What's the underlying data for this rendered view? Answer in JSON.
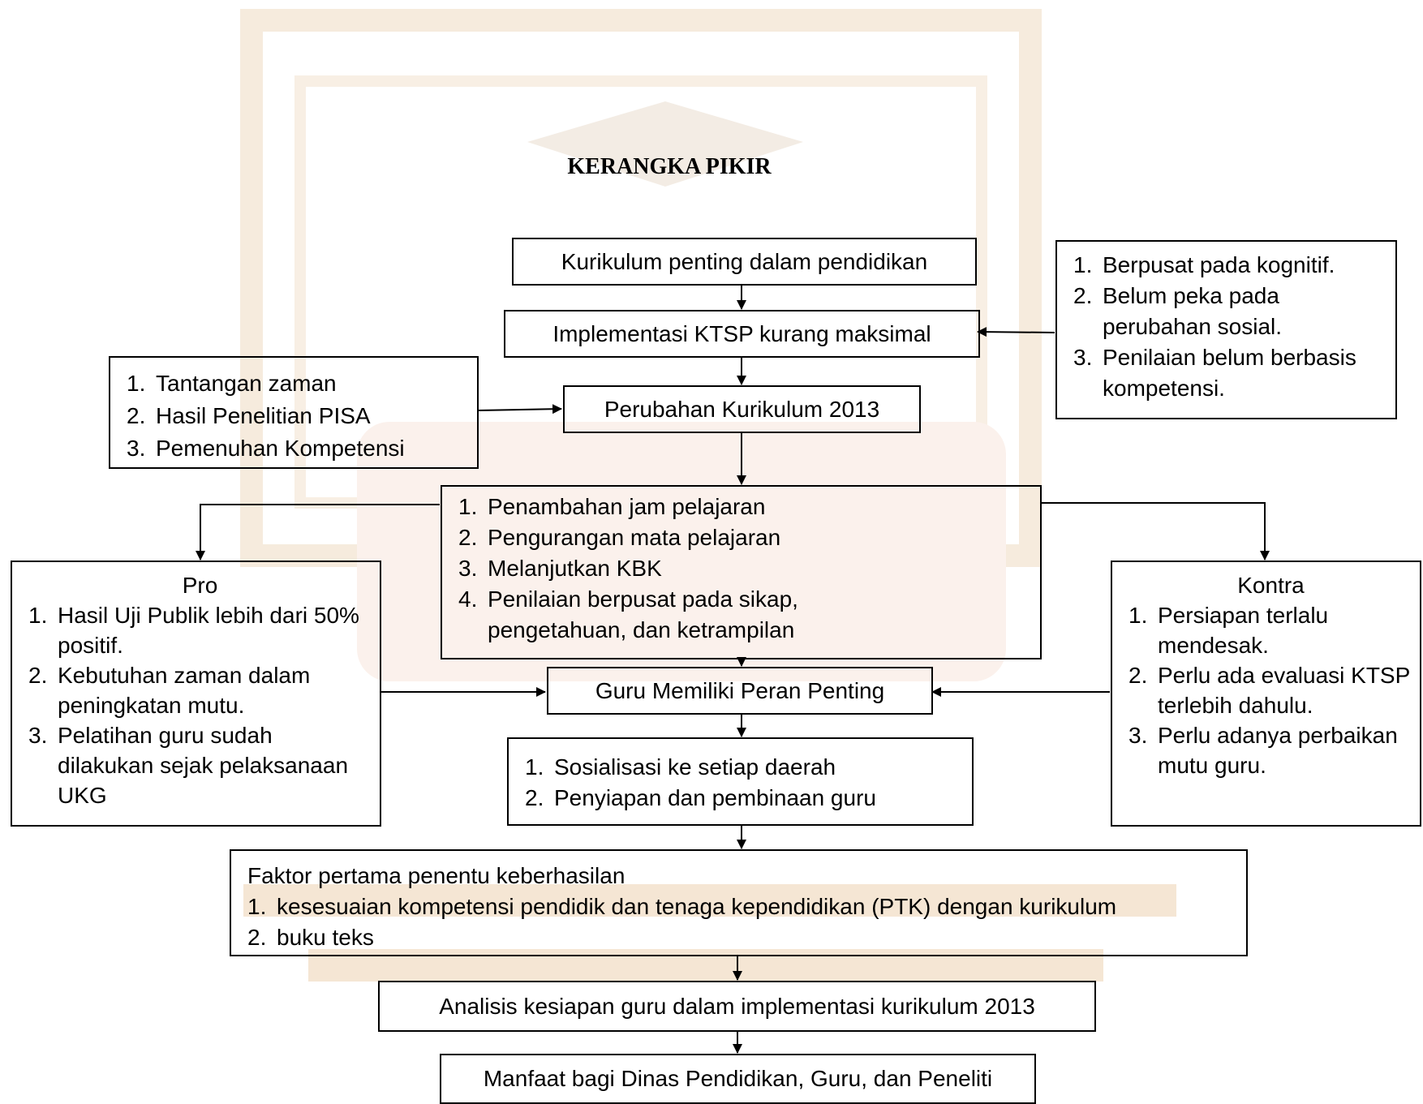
{
  "title": "KERANGKA PIKIR",
  "colors": {
    "stroke": "#000000",
    "watermark": "#f3e3cf"
  },
  "nodes": {
    "kurikulum": "Kurikulum penting dalam pendidikan",
    "implementasi": "Implementasi KTSP kurang maksimal",
    "perubahan": "Perubahan Kurikulum 2013",
    "ktsp_issues": [
      {
        "n": "1.",
        "t": "Berpusat pada kognitif."
      },
      {
        "n": "2.",
        "t": "Belum peka pada perubahan sosial."
      },
      {
        "n": "3.",
        "t": "Penilaian belum berbasis kompetensi."
      }
    ],
    "reasons": [
      {
        "n": "1.",
        "t": "Tantangan zaman"
      },
      {
        "n": "2.",
        "t": "Hasil Penelitian PISA"
      },
      {
        "n": "3.",
        "t": "Pemenuhan Kompetensi"
      }
    ],
    "changes": [
      {
        "n": "1.",
        "t": "Penambahan jam pelajaran"
      },
      {
        "n": "2.",
        "t": "Pengurangan mata pelajaran"
      },
      {
        "n": "3.",
        "t": "Melanjutkan KBK"
      },
      {
        "n": "4.",
        "t": "Penilaian berpusat pada sikap, pengetahuan, dan ketrampilan"
      }
    ],
    "pro": {
      "heading": "Pro",
      "items": [
        {
          "n": "1.",
          "t": "Hasil Uji Publik lebih dari 50% positif."
        },
        {
          "n": "2.",
          "t": "Kebutuhan zaman dalam peningkatan mutu."
        },
        {
          "n": "3.",
          "t": "Pelatihan guru sudah dilakukan sejak pelaksanaan UKG"
        }
      ]
    },
    "kontra": {
      "heading": "Kontra",
      "items": [
        {
          "n": "1.",
          "t": "Persiapan terlalu mendesak."
        },
        {
          "n": "2.",
          "t": "Perlu ada evaluasi KTSP terlebih dahulu."
        },
        {
          "n": "3.",
          "t": "Perlu adanya perbaikan mutu guru."
        }
      ]
    },
    "guru": "Guru Memiliki Peran Penting",
    "sosialisasi": [
      {
        "n": "1.",
        "t": "Sosialisasi ke setiap daerah"
      },
      {
        "n": "2.",
        "t": "Penyiapan dan pembinaan guru"
      }
    ],
    "faktor": {
      "heading": "Faktor pertama penentu keberhasilan",
      "items": [
        {
          "n": "1.",
          "t": "kesesuaian kompetensi pendidik dan tenaga kependidikan (PTK) dengan kurikulum"
        },
        {
          "n": "2.",
          "t": "buku teks"
        }
      ]
    },
    "analisis": "Analisis kesiapan guru dalam implementasi kurikulum 2013",
    "manfaat": "Manfaat bagi Dinas Pendidikan, Guru, dan Peneliti"
  }
}
